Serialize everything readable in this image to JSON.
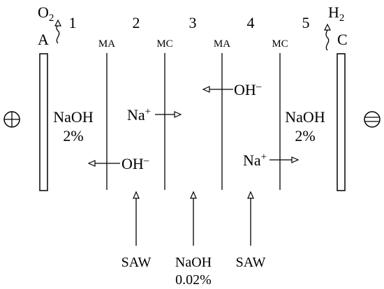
{
  "gases": {
    "left": {
      "base": "O",
      "sub": "2"
    },
    "right": {
      "base": "H",
      "sub": "2"
    }
  },
  "electrodes": {
    "anode": "A",
    "cathode": "C"
  },
  "compartments": [
    "1",
    "2",
    "3",
    "4",
    "5"
  ],
  "membranes": [
    "MA",
    "MC",
    "MA",
    "MC"
  ],
  "terminals": {
    "positive_icon": "plus-circle-icon",
    "negative_icon": "minus-circle-icon"
  },
  "solutions": {
    "left": {
      "name": "NaOH",
      "conc": "2%"
    },
    "right": {
      "name": "NaOH",
      "conc": "2%"
    },
    "middle_feed": {
      "name": "NaOH",
      "conc": "0.02%"
    }
  },
  "ions": {
    "na_upper": {
      "base": "Na",
      "sup": "+"
    },
    "oh_upper": {
      "base": "OH",
      "sup": "–"
    },
    "oh_lower": {
      "base": "OH",
      "sup": "–"
    },
    "na_lower": {
      "base": "Na",
      "sup": "+"
    }
  },
  "feeds": {
    "left": "SAW",
    "right": "SAW"
  }
}
